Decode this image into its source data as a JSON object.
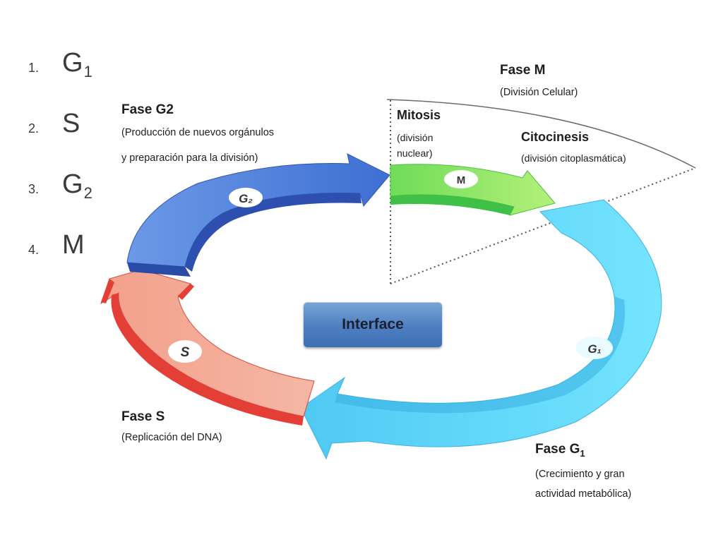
{
  "list": [
    {
      "num": "1.",
      "label": "G",
      "sub": "1"
    },
    {
      "num": "2.",
      "label": "S",
      "sub": ""
    },
    {
      "num": "3.",
      "label": "G",
      "sub": "2"
    },
    {
      "num": "4.",
      "label": "M",
      "sub": ""
    }
  ],
  "phases": {
    "g2": {
      "title": "Fase G2",
      "desc1": "(Producción de nuevos orgánulos",
      "desc2": "y preparación para la división)",
      "arrow_label": "G₂",
      "color": "#4f7fd6"
    },
    "s": {
      "title": "Fase S",
      "desc": "(Replicación del DNA)",
      "arrow_label": "S",
      "color": "#e8504a"
    },
    "g1": {
      "title": "Fase G",
      "title_sub": "1",
      "desc1": "(Crecimiento y gran",
      "desc2": "actividad metabólica)",
      "arrow_label": "G₁",
      "color": "#5dd2f0"
    },
    "m": {
      "title": "Fase M",
      "desc": "(División Celular)",
      "arrow_label": "M",
      "color": "#8fe06a"
    }
  },
  "mitosis": {
    "title": "Mitosis",
    "desc1": "(división",
    "desc2": "nuclear)"
  },
  "citocinesis": {
    "title": "Citocinesis",
    "desc": "(división citoplasmática)"
  },
  "interface_label": "Interface"
}
